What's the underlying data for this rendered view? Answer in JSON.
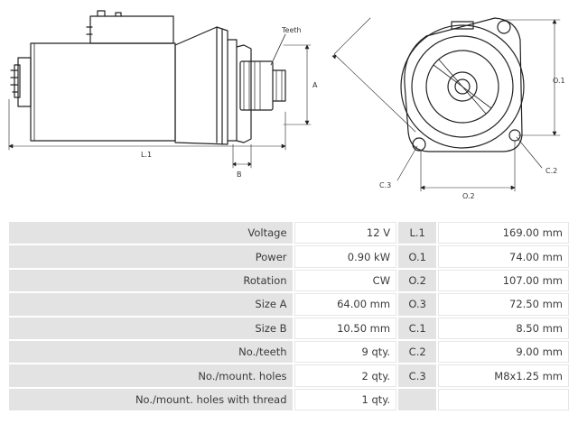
{
  "diagram": {
    "labels": {
      "teeth": "Teeth",
      "a": "A",
      "b": "B",
      "l1": "L.1",
      "o1": "O.1",
      "o2": "O.2",
      "c2": "C.2",
      "c3": "C.3"
    }
  },
  "specs": {
    "rows": [
      {
        "label": "Voltage",
        "value": "12 V",
        "code": "L.1",
        "dim": "169.00 mm"
      },
      {
        "label": "Power",
        "value": "0.90 kW",
        "code": "O.1",
        "dim": "74.00 mm"
      },
      {
        "label": "Rotation",
        "value": "CW",
        "code": "O.2",
        "dim": "107.00 mm"
      },
      {
        "label": "Size A",
        "value": "64.00 mm",
        "code": "O.3",
        "dim": "72.50 mm"
      },
      {
        "label": "Size B",
        "value": "10.50 mm",
        "code": "C.1",
        "dim": "8.50 mm"
      },
      {
        "label": "No./teeth",
        "value": "9 qty.",
        "code": "C.2",
        "dim": "9.00 mm"
      },
      {
        "label": "No./mount. holes",
        "value": "2 qty.",
        "code": "C.3",
        "dim": "M8x1.25 mm"
      },
      {
        "label": "No./mount. holes with thread",
        "value": "1 qty.",
        "code": "",
        "dim": ""
      }
    ]
  }
}
